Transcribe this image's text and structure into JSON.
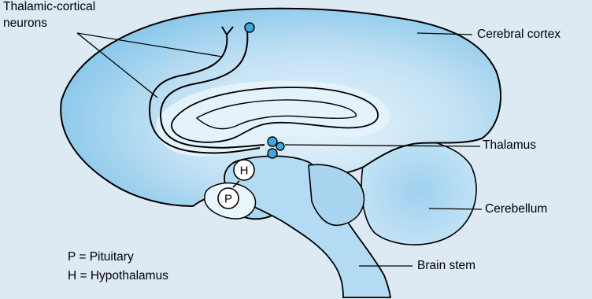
{
  "labels": {
    "thalamic_cortical_line1": "Thalamic-cortical",
    "thalamic_cortical_line2": "neurons",
    "cerebral_cortex": "Cerebral cortex",
    "thalamus": "Thalamus",
    "cerebellum": "Cerebellum",
    "brain_stem": "Brain stem"
  },
  "nodes": {
    "hypothalamus_letter": "H",
    "pituitary_letter": "P"
  },
  "legend": {
    "pituitary": "P = Pituitary",
    "hypothalamus": "H = Hypothalamus"
  },
  "colors": {
    "background": "#dde9f3",
    "cortex_outer": "#7ec3ea",
    "cortex_mid": "#b9dcf2",
    "inner_light": "#e6f3fb",
    "node_blue": "#3ea9dc"
  }
}
